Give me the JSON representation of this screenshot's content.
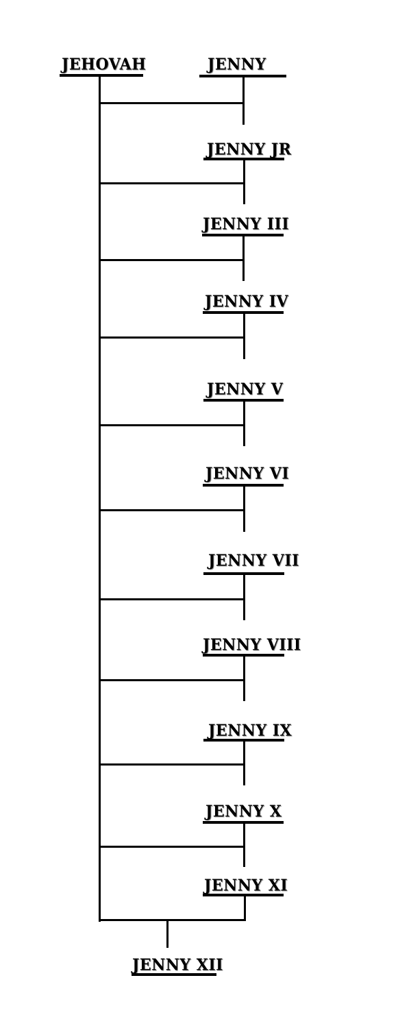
{
  "diagram": {
    "ancestors": [
      "JEHOVAH",
      "JENNY"
    ],
    "generations": [
      "JENNY JR",
      "JENNY III",
      "JENNY IV",
      "JENNY V",
      "JENNY VI",
      "JENNY VII",
      "JENNY VIII",
      "JENNY IX",
      "JENNY X",
      "JENNY XI"
    ],
    "final": "JENNY XII"
  }
}
